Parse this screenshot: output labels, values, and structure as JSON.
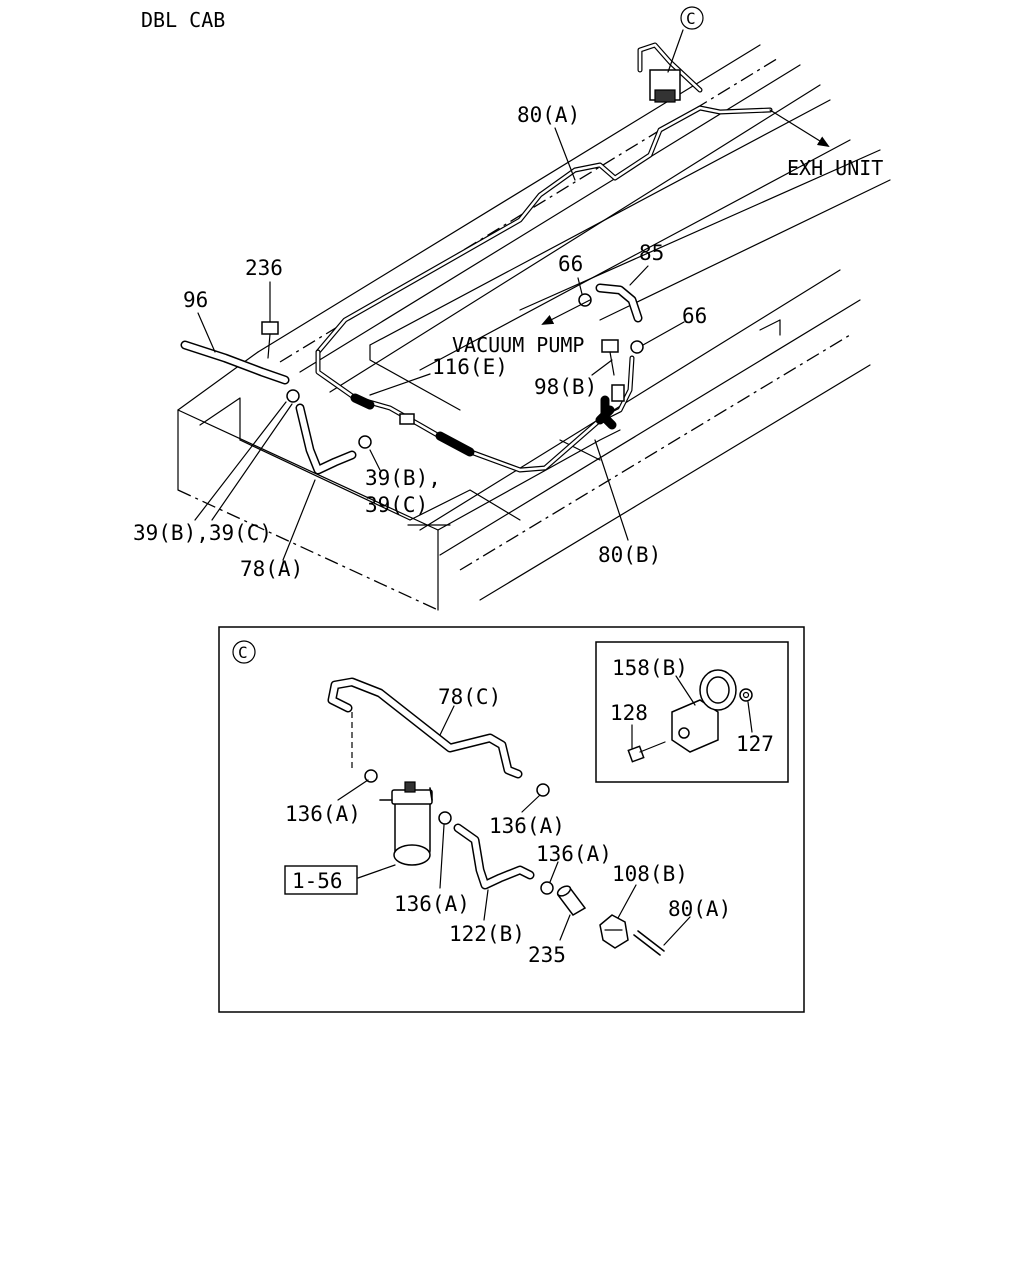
{
  "header": {
    "title": "DBL CAB"
  },
  "labels": {
    "c_marker": "C",
    "exh_unit": "EXH UNIT",
    "vacuum_pump": "VACUUM PUMP",
    "p80a_top": "80(A)",
    "p236": "236",
    "p96": "96",
    "p66_left": "66",
    "p85": "85",
    "p66_right": "66",
    "p116e": "116(E)",
    "p98b": "98(B)",
    "p39bc_mid_line1": "39(B),",
    "p39bc_mid_line2": "39(C)",
    "p39bc_left": "39(B),39(C)",
    "p78a": "78(A)",
    "p80b": "80(B)"
  },
  "detail": {
    "marker": "C",
    "labels": {
      "p78c": "78(C)",
      "p136a_1": "136(A)",
      "p136a_2": "136(A)",
      "p136a_3": "136(A)",
      "p136a_4": "136(A)",
      "p1_56": "1-56",
      "p122b": "122(B)",
      "p235": "235",
      "p108b": "108(B)",
      "p80a": "80(A)"
    },
    "inset": {
      "p158b": "158(B)",
      "p128": "128",
      "p127": "127"
    }
  },
  "icons": {
    "circle_marker": "circled-letter-c-icon",
    "arrow": "arrow-right-icon"
  }
}
